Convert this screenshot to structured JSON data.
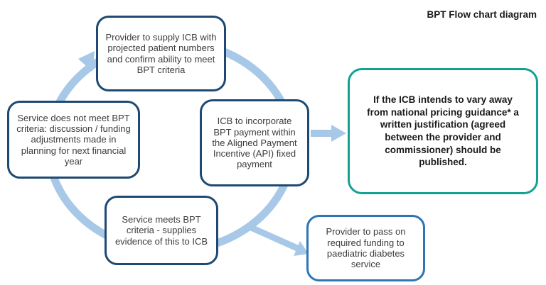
{
  "title": "BPT Flow chart diagram",
  "colors": {
    "navy": "#1e4a72",
    "bright-blue": "#2e75b6",
    "teal": "#14a192",
    "arrow": "#a8c8e8"
  },
  "nodes": {
    "provider_supply": {
      "text": "Provider to supply ICB with projected patient numbers and confirm ability to meet BPT criteria"
    },
    "service_not_meet": {
      "text": "Service does not meet BPT criteria: discussion / funding adjustments made in planning for next financial year"
    },
    "icb_incorporate": {
      "text": "ICB to incorporate BPT payment within the Aligned Payment Incentive (API) fixed payment"
    },
    "service_meets": {
      "text": "Service meets BPT criteria - supplies evidence of this to ICB"
    },
    "vary_justification": {
      "text": "If the ICB intends to vary away from national pricing guidance* a written justification (agreed between the provider and commissioner) should be published."
    },
    "pass_funding": {
      "text": "Provider to pass on required funding to paediatric diabetes service"
    }
  }
}
